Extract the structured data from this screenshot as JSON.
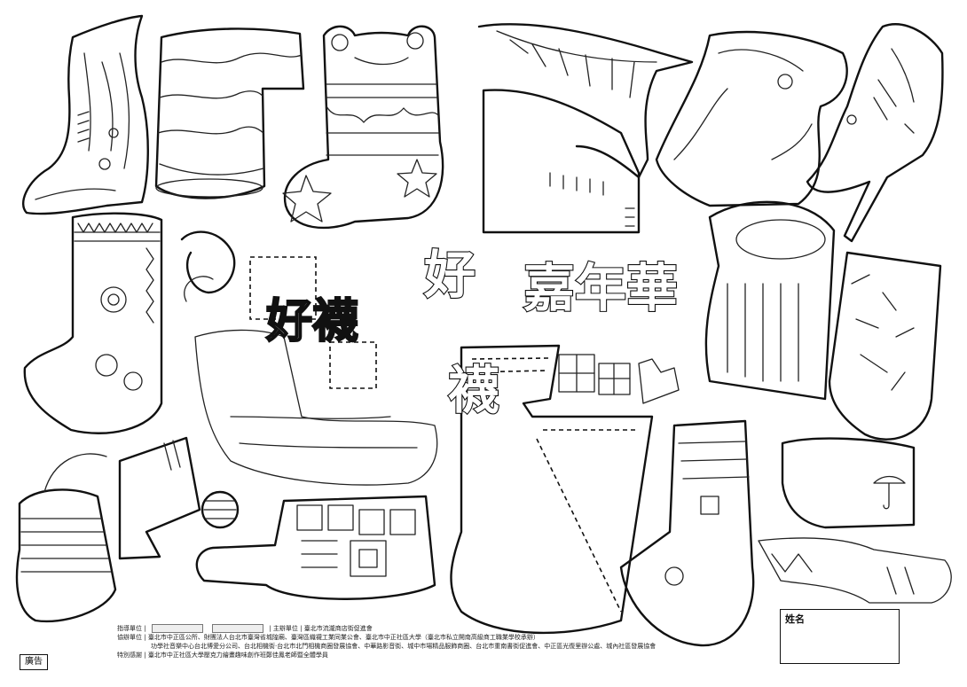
{
  "title": {
    "line1_first": "好",
    "line1_rest": "嘉年華",
    "line2": "襪",
    "left_block": "好襪"
  },
  "credits": {
    "rows": [
      {
        "label": "指導單位",
        "text": "",
        "organizer_label": "主辦單位",
        "organizer": "臺北市流瀧商店街促進會"
      },
      {
        "label": "協辦單位",
        "text": "臺北市中正區公所、財團法人台北市臺灣省城隍廟、臺灣區織襪工業同業公會、臺北市中正社區大學（臺北市私立開南高級商工職業學校承辦）"
      },
      {
        "label": "",
        "text": "功學社音樂中心台北博愛分公司、台北相機街·台北市北門相機商圈發展協會、中華路影音街、城中市場精品服飾商圈、台北市重南書街促進會、中正區光復里辦公處、城內社區發展協會"
      },
      {
        "label": "特別感謝",
        "text": "臺北市中正社區大學壓克力繪畫趣味創作班鄭佳鳳老師暨全體學員"
      }
    ]
  },
  "name_label": "姓名",
  "ad_label": "廣告"
}
